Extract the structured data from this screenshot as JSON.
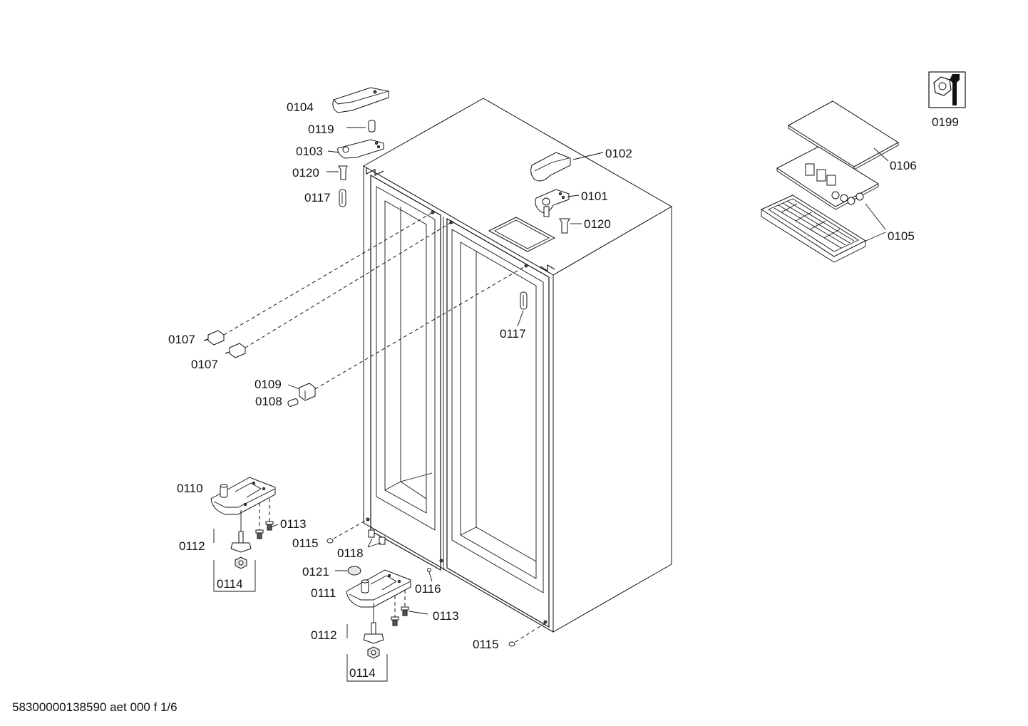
{
  "labels": {
    "p0104": "0104",
    "p0119": "0119",
    "p0103": "0103",
    "p0120a": "0120",
    "p0117a": "0117",
    "p0102": "0102",
    "p0101": "0101",
    "p0120b": "0120",
    "p0117b": "0117",
    "p0107a": "0107",
    "p0107b": "0107",
    "p0109": "0109",
    "p0108": "0108",
    "p0110": "0110",
    "p0113a": "0113",
    "p0112a": "0112",
    "p0114a": "0114",
    "p0115a": "0115",
    "p0118": "0118",
    "p0121": "0121",
    "p0116": "0116",
    "p0111": "0111",
    "p0113b": "0113",
    "p0112b": "0112",
    "p0114b": "0114",
    "p0115b": "0115",
    "p0106": "0106",
    "p0105": "0105",
    "p0199": "0199"
  },
  "footer": "58300000138590 aet 000 f 1/6",
  "icons": {
    "tool": "nut-and-wrench-icon"
  }
}
